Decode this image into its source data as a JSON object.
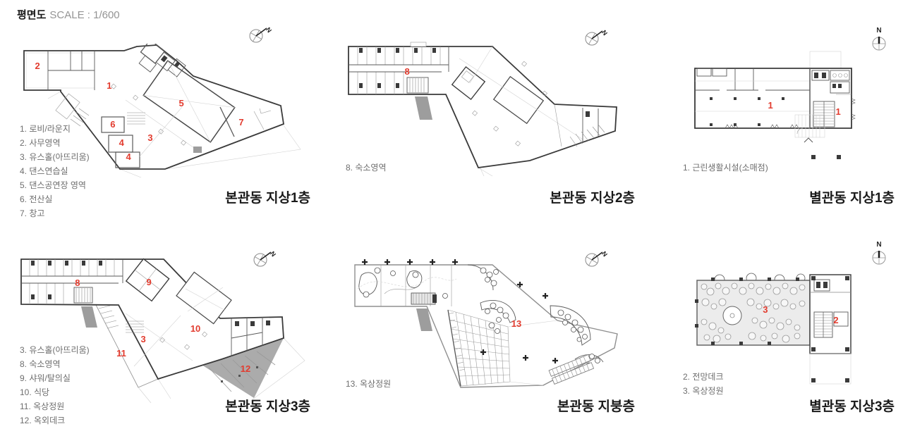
{
  "header": {
    "title": "평면도",
    "scale": "SCALE : 1/600"
  },
  "colors": {
    "marker_red": "#e23b2e",
    "title_text": "#1a1a1a",
    "legend_text": "#6e6e6e",
    "scale_text": "#949494",
    "background": "#ffffff"
  },
  "plans": [
    {
      "id": "main-f1",
      "title": "본관동 지상1층",
      "compass_label": "N",
      "legend": [
        "1. 로비/라운지",
        "2. 사무영역",
        "3. 유스홀(아뜨리움)",
        "4. 댄스연습실",
        "5. 댄스공연장 영역",
        "6. 전산실",
        "7. 창고"
      ],
      "markers": [
        {
          "label": "2",
          "x": 6.1,
          "y": 16.8
        },
        {
          "label": "1",
          "x": 30.8,
          "y": 31.6
        },
        {
          "label": "5",
          "x": 55.6,
          "y": 44.7
        },
        {
          "label": "6",
          "x": 32.0,
          "y": 60.5
        },
        {
          "label": "3",
          "x": 44.9,
          "y": 70.5
        },
        {
          "label": "4",
          "x": 35.0,
          "y": 74.2
        },
        {
          "label": "4",
          "x": 37.4,
          "y": 84.7
        },
        {
          "label": "7",
          "x": 76.2,
          "y": 58.9
        }
      ]
    },
    {
      "id": "main-f2",
      "title": "본관동 지상2층",
      "compass_label": "N",
      "legend": [
        "8. 숙소영역"
      ],
      "markers": [
        {
          "label": "8",
          "x": 21.7,
          "y": 22.6
        }
      ]
    },
    {
      "id": "annex-f1",
      "title": "별관동 지상1층",
      "compass_label": "N",
      "legend": [
        "1. 근린생활시설(소매점)"
      ],
      "markers": [
        {
          "label": "1",
          "x": 46.7,
          "y": 48.5
        },
        {
          "label": "1",
          "x": 86.7,
          "y": 53.9
        }
      ]
    },
    {
      "id": "main-f3",
      "title": "본관동 지상3층",
      "compass_label": "N",
      "legend": [
        "3. 유스홀(아뜨리움)",
        "8. 숙소영역",
        "9. 샤워/탈의실",
        "10. 식당",
        "11. 옥상정원",
        "12. 옥외데크"
      ],
      "markers": [
        {
          "label": "8",
          "x": 19.5,
          "y": 19.5
        },
        {
          "label": "9",
          "x": 43.6,
          "y": 19.1
        },
        {
          "label": "10",
          "x": 59.3,
          "y": 49.8
        },
        {
          "label": "3",
          "x": 41.7,
          "y": 56.7
        },
        {
          "label": "11",
          "x": 34.3,
          "y": 66.0
        },
        {
          "label": "12",
          "x": 76.2,
          "y": 76.3
        }
      ]
    },
    {
      "id": "main-roof",
      "title": "본관동 지붕층",
      "compass_label": "N",
      "legend": [
        "13. 옥상정원"
      ],
      "markers": [
        {
          "label": "13",
          "x": 58.8,
          "y": 46.7
        }
      ]
    },
    {
      "id": "annex-f3",
      "title": "별관동 지상3층",
      "compass_label": "N",
      "legend": [
        "2. 전망데크",
        "3. 옥상정원"
      ],
      "markers": [
        {
          "label": "3",
          "x": 43.7,
          "y": 32.4
        },
        {
          "label": "2",
          "x": 85.4,
          "y": 41.2
        }
      ]
    }
  ]
}
